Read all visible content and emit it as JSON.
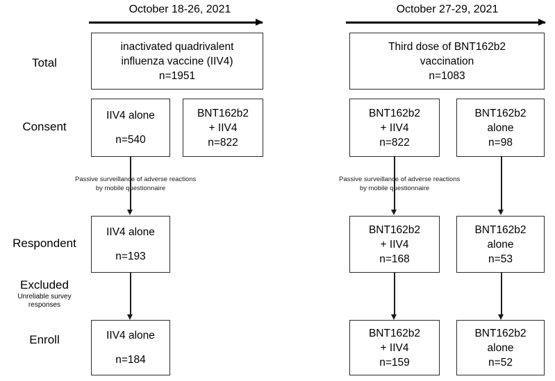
{
  "figure": {
    "type": "flowchart",
    "title": "Study enrollment flow diagram"
  },
  "row_labels": [
    {
      "name": "total",
      "text": "Total"
    },
    {
      "name": "consent",
      "text": "Consent"
    },
    {
      "name": "respondent",
      "text": "Respondent"
    },
    {
      "name": "excluded",
      "text": "Excluded",
      "sub1": "Unreliable survey",
      "sub2": "responses"
    },
    {
      "name": "enroll",
      "text": "Enroll"
    }
  ],
  "periods": [
    {
      "name": "period-left",
      "label": "October 18-26, 2021"
    },
    {
      "name": "period-right",
      "label": "October 27-29, 2021"
    }
  ],
  "notes": {
    "surveillance_line1": "Passive surveillance of adverse reactions",
    "surveillance_line2": "by mobile questionnaire"
  },
  "boxes": {
    "left_total": {
      "line1": "inactivated quadrivalent",
      "line2": "influenza vaccine (IIV4)",
      "line3": "n=1951"
    },
    "left_consent_a": {
      "line1": "IIV4 alone",
      "line2": "n=540"
    },
    "left_consent_b": {
      "line1": "BNT162b2",
      "line2": "+ IIV4",
      "line3": "n=822"
    },
    "left_respondent": {
      "line1": "IIV4 alone",
      "line2": "n=193"
    },
    "left_enroll": {
      "line1": "IIV4 alone",
      "line2": "n=184"
    },
    "right_total": {
      "line1": "Third dose of BNT162b2",
      "line2": "vaccination",
      "line3": "n=1083"
    },
    "right_consent_a": {
      "line1": "BNT162b2",
      "line2": "+ IIV4",
      "line3": "n=822"
    },
    "right_consent_b": {
      "line1": "BNT162b2",
      "line2": "alone",
      "line3": "n=98"
    },
    "right_respondent_a": {
      "line1": "BNT162b2",
      "line2": "+ IIV4",
      "line3": "n=168"
    },
    "right_respondent_b": {
      "line1": "BNT162b2",
      "line2": "alone",
      "line3": "n=53"
    },
    "right_enroll_a": {
      "line1": "BNT162b2",
      "line2": "+ IIV4",
      "line3": "n=159"
    },
    "right_enroll_b": {
      "line1": "BNT162b2",
      "line2": "alone",
      "line3": "n=52"
    }
  },
  "chart_data": {
    "type": "table",
    "title": "Participant flow counts",
    "stages": [
      "Total",
      "Consent",
      "Respondent",
      "Enroll"
    ],
    "arms": [
      {
        "name": "IIV4 alone",
        "period": "October 18-26, 2021",
        "consent": 540,
        "respondent": 193,
        "enroll": 184
      },
      {
        "name": "BNT162b2 + IIV4 (influenza cohort consent)",
        "period": "October 18-26, 2021",
        "consent": 822
      },
      {
        "name": "BNT162b2 + IIV4",
        "period": "October 27-29, 2021",
        "consent": 822,
        "respondent": 168,
        "enroll": 159
      },
      {
        "name": "BNT162b2 alone",
        "period": "October 27-29, 2021",
        "consent": 98,
        "respondent": 53,
        "enroll": 52
      }
    ],
    "totals": [
      {
        "label": "inactivated quadrivalent influenza vaccine (IIV4)",
        "value": 1951,
        "period": "October 18-26, 2021"
      },
      {
        "label": "Third dose of BNT162b2 vaccination",
        "value": 1083,
        "period": "October 27-29, 2021"
      }
    ]
  },
  "colors": {
    "box_border": "#2b2b2b",
    "line": "#1a1a1a",
    "text": "#000000",
    "background": "#ffffff"
  }
}
